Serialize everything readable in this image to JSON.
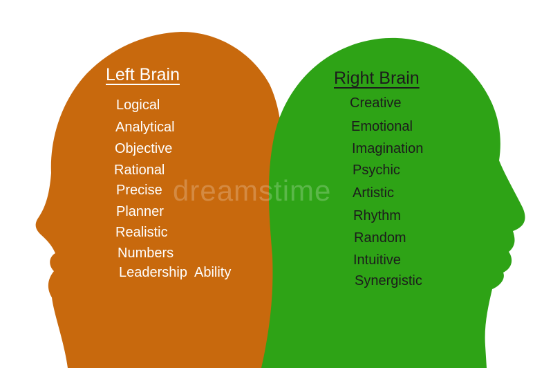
{
  "colors": {
    "left_head": "#c8690d",
    "right_head": "#2ea316",
    "background": "#ffffff"
  },
  "left_brain": {
    "heading": "Left Brain",
    "items": [
      "Logical",
      "Analytical",
      "Objective",
      "Rational",
      "Precise",
      "Planner",
      "Realistic",
      "Numbers",
      "Leadership  Ability"
    ]
  },
  "right_brain": {
    "heading": "Right Brain",
    "items": [
      "Creative",
      "Emotional",
      "Imagination",
      "Psychic",
      "Artistic",
      "Rhythm",
      "Random",
      "Intuitive",
      "Synergistic"
    ]
  },
  "watermark": "dreamstime"
}
